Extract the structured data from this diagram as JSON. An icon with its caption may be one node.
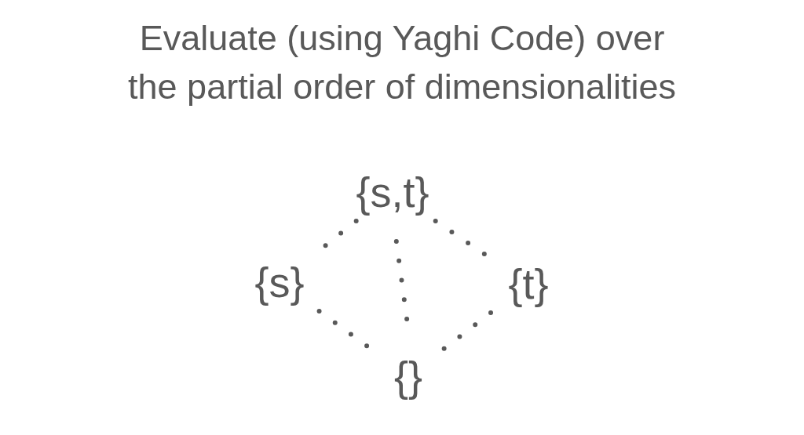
{
  "diagram": {
    "title": "Evaluate (using Yaghi Code) over the partial order of dimensionalities",
    "nodes": [
      {
        "text": [
          "{s,t}"
        ]
      },
      {
        "text": [
          "{s}"
        ]
      },
      {
        "text": [
          "{t}"
        ]
      },
      {
        "text": [
          "{}"
        ]
      }
    ],
    "edges": [
      {
        "from": 0,
        "to": 1,
        "arrow": "none",
        "style": "dashed"
      },
      {
        "from": 0,
        "to": 2,
        "arrow": "none",
        "style": "dashed"
      },
      {
        "from": 0,
        "to": 3,
        "arrow": "none",
        "style": "dashed"
      },
      {
        "from": 1,
        "to": 3,
        "arrow": "none",
        "style": "dashed"
      },
      {
        "from": 2,
        "to": 3,
        "arrow": "none",
        "style": "dashed"
      }
    ]
  }
}
